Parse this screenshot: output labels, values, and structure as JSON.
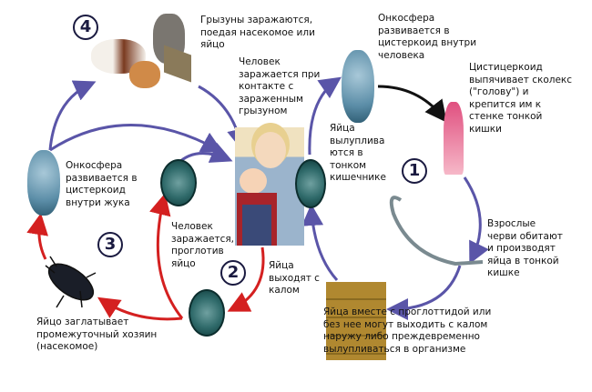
{
  "stages": {
    "one": "1",
    "two": "2",
    "three": "3",
    "four": "4"
  },
  "labels": {
    "rodents_infected": "Грызуны заражаются,\nпоедая насекомое или\nяйцо",
    "human_contact": "Человек\nзаражается при\nконтакте с\nзараженным\nгрызуном",
    "oncosphere_human": "Онкосфера\nразвивается в\nцистеркоид внутри\nчеловека",
    "cysticercoid": "Цистицеркоид\nвыпячивает сколекс\n(\"голову\") и\nкрепится им к\nстенке тонкой\nкишки",
    "eggs_hatch": "Яйца\nвылуплива\nются в\nтонком\nкишечнике",
    "adult_worms": "Взрослые\nчерви обитают\nи производят\nяйца в тонкой\nкишке",
    "eggs_feces_proglottid": "Яйца вместе с проглоттидой или\nбез нее могут выходить с калом\nнаружу либо преждевременно\nвылупливаться в организме",
    "eggs_out": "Яйца\nвыходят с\nкалом",
    "human_swallow": "Человек\nзаражается,\nпроглотив\nяйцо",
    "insect_swallow": "Яйцо заглатывает\nпромежуточный хозяин\n(насекомое)",
    "oncosphere_beetle": "Онкосфера\nразвивается в\nцистеркоид\nвнутри жука"
  },
  "colors": {
    "blue_arrow": "#5a55a8",
    "red_arrow": "#d42020",
    "black_arrow": "#111111"
  }
}
